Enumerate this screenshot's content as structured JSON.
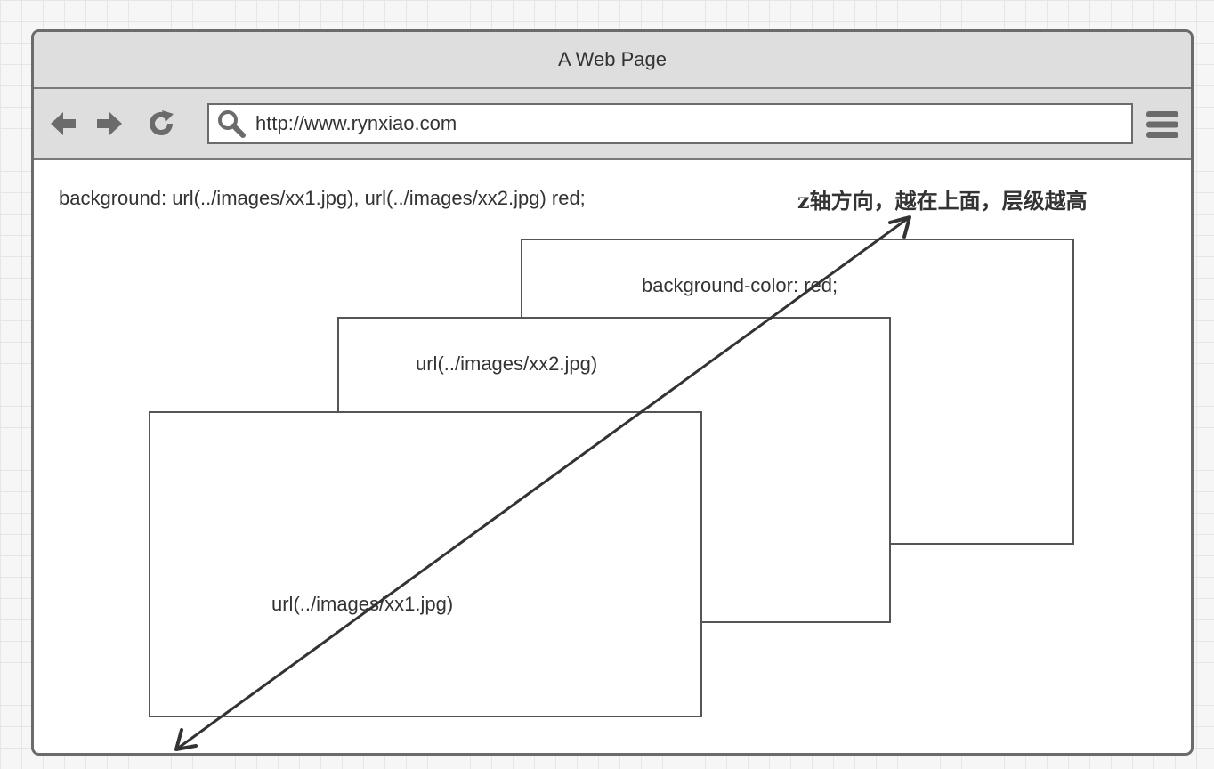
{
  "window": {
    "title": "A Web Page"
  },
  "toolbar": {
    "back_icon": "arrow-left-icon",
    "forward_icon": "arrow-right-icon",
    "reload_icon": "reload-icon",
    "search_icon": "search-icon",
    "menu_icon": "hamburger-menu-icon",
    "address_value": "http://www.rynxiao.com"
  },
  "content": {
    "code_line": "background: url(../images/xx1.jpg), url(../images/xx2.jpg) red;",
    "z_note": "z轴方向，越在上面，层级越高",
    "layers": {
      "background_color": "background-color: red;",
      "image2": "url(../images/xx2.jpg)",
      "image1": "url(../images/xx1.jpg)"
    }
  },
  "colors": {
    "frame": "#6b6b6b",
    "chrome": "#dedede",
    "line": "#333333"
  }
}
